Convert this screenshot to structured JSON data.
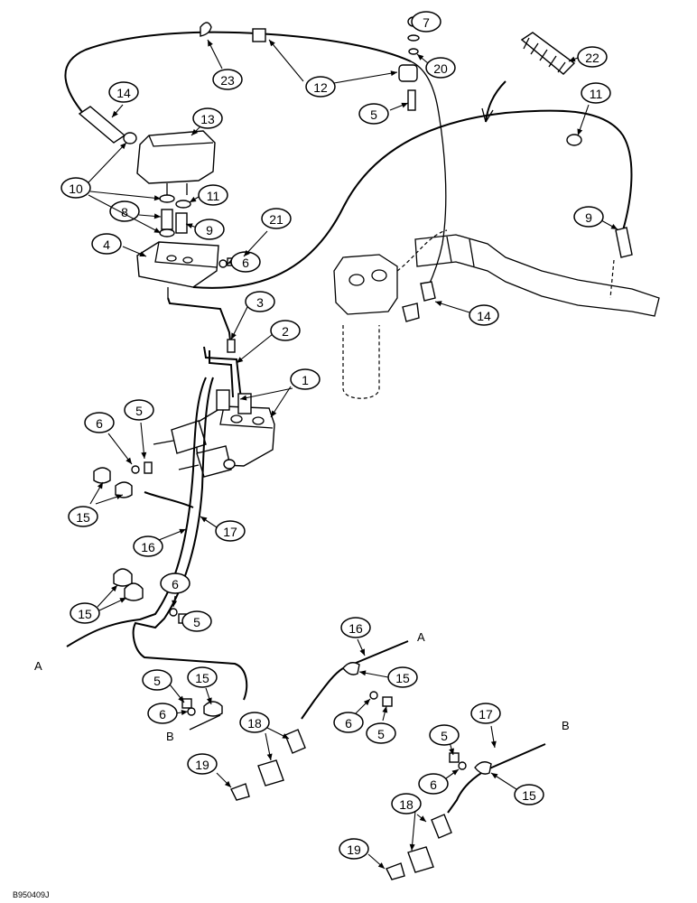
{
  "figure_code": "B950409J",
  "letter_labels": [
    "A",
    "A",
    "B",
    "B"
  ],
  "callouts": [
    "1",
    "2",
    "3",
    "4",
    "5",
    "5",
    "5",
    "5",
    "5",
    "5",
    "6",
    "6",
    "6",
    "6",
    "6",
    "6",
    "7",
    "8",
    "9",
    "9",
    "10",
    "11",
    "11",
    "12",
    "13",
    "14",
    "14",
    "15",
    "15",
    "15",
    "15",
    "15",
    "16",
    "16",
    "17",
    "17",
    "18",
    "18",
    "19",
    "19",
    "20",
    "21",
    "22",
    "23"
  ]
}
